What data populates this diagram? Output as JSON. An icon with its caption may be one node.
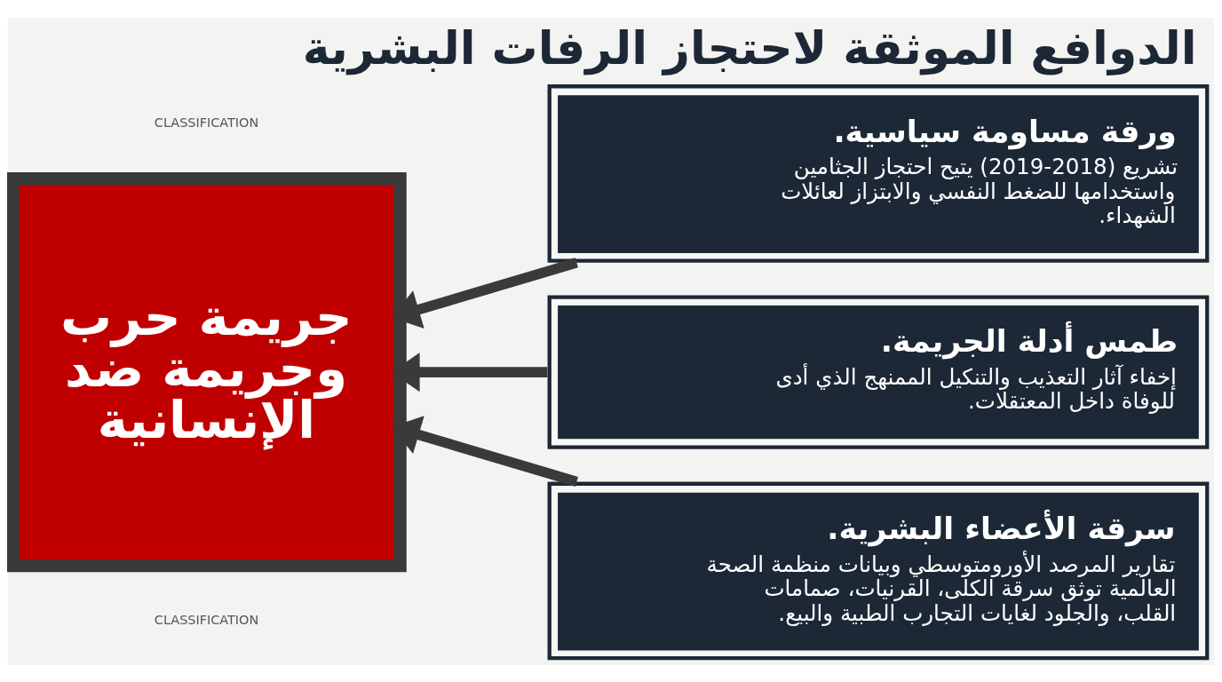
{
  "diagram": {
    "title": "الدوافع الموثقة لاحتجاز الرفات البشرية",
    "nodes": [
      {
        "text": [
          "ورقة مساومة سياسية.",
          "تشريع (2018-2019) يتيح احتجاز الجثامين واستخدامها للضغط النفسي والابتزاز لعائلات الشهداء."
        ]
      },
      {
        "text": [
          "طمس أدلة الجريمة.",
          "إخفاء آثار التعذيب والتنكيل الممنهج الذي أدى للوفاة داخل المعتقلات."
        ]
      },
      {
        "text": [
          "سرقة الأعضاء البشرية.",
          "تقارير المرصد الأورومتوسطي وبيانات منظمة الصحة العالمية توثق سرقة الكلى، القرنيات، صمامات القلب، والجلود لغايات التجارب الطبية والبيع."
        ]
      },
      {
        "text": [
          "جريمة حرب وجريمة ضد الإنسانية"
        ]
      }
    ],
    "edges": [
      {
        "from": 0,
        "to": 3,
        "arrow": "to"
      },
      {
        "from": 1,
        "to": 3,
        "arrow": "to"
      },
      {
        "from": 2,
        "to": 3,
        "arrow": "to"
      }
    ],
    "labels": [
      "CLASSIFICATION",
      "CLASSIFICATION"
    ]
  }
}
